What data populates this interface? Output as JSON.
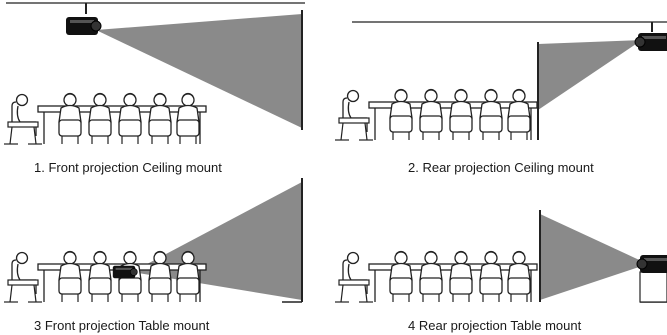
{
  "panels": [
    {
      "caption": "1. Front projection Ceiling mount"
    },
    {
      "caption": "2. Rear projection Ceiling mount"
    },
    {
      "caption": "3  Front projection Table mount"
    },
    {
      "caption": "4  Rear projection Table mount"
    }
  ],
  "colors": {
    "beam": "#8a8a8a",
    "line": "#222222",
    "projector": "#111111"
  },
  "icons": [
    "projector-icon",
    "screen-icon",
    "audience-icon",
    "light-beam"
  ]
}
